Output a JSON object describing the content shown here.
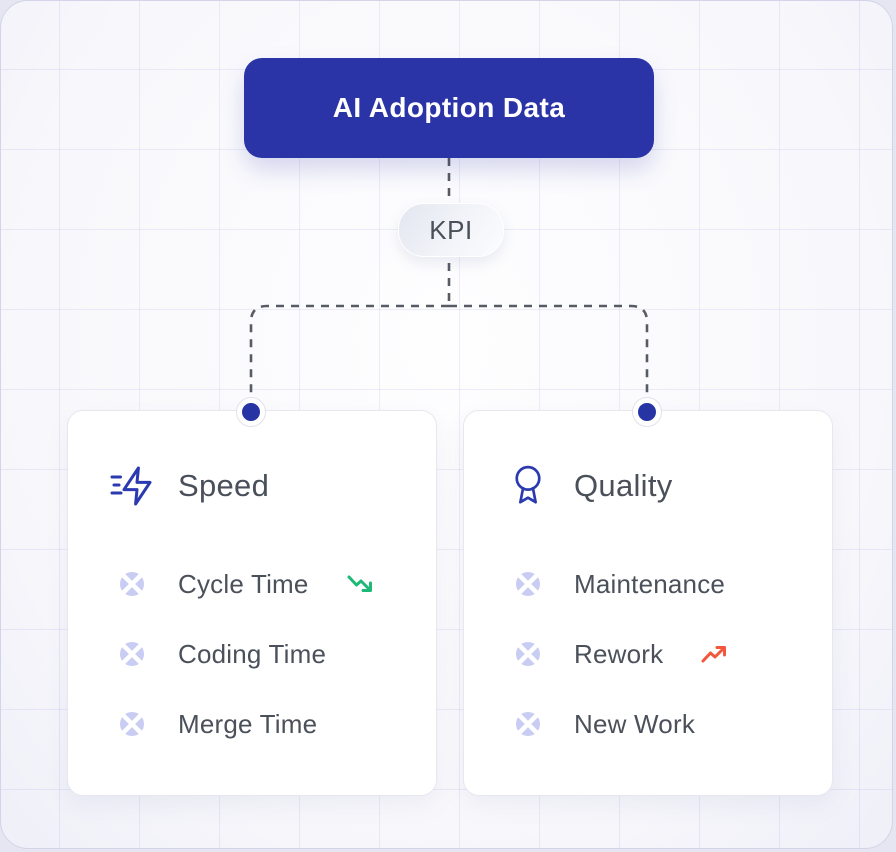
{
  "colors": {
    "accent": "#2b34a6",
    "icon": "#2b3ab0",
    "dot": "#2634a4",
    "dash": "#575b64",
    "text": "#4a505a",
    "bullet": "#c9cdf3",
    "green": "#1eb877",
    "orange": "#f2573c",
    "card-border": "#e7e7f0",
    "canvas-bg": "#fbfbfe",
    "page-bg": "#e6e6f2"
  },
  "root": {
    "label": "AI Adoption Data"
  },
  "kpi": {
    "label": "KPI"
  },
  "speed": {
    "title": "Speed",
    "items": [
      {
        "label": "Cycle Time",
        "trend": "down"
      },
      {
        "label": "Coding Time",
        "trend": ""
      },
      {
        "label": "Merge Time",
        "trend": ""
      }
    ]
  },
  "quality": {
    "title": "Quality",
    "items": [
      {
        "label": "Maintenance",
        "trend": ""
      },
      {
        "label": "Rework",
        "trend": "up"
      },
      {
        "label": "New Work",
        "trend": ""
      }
    ]
  }
}
